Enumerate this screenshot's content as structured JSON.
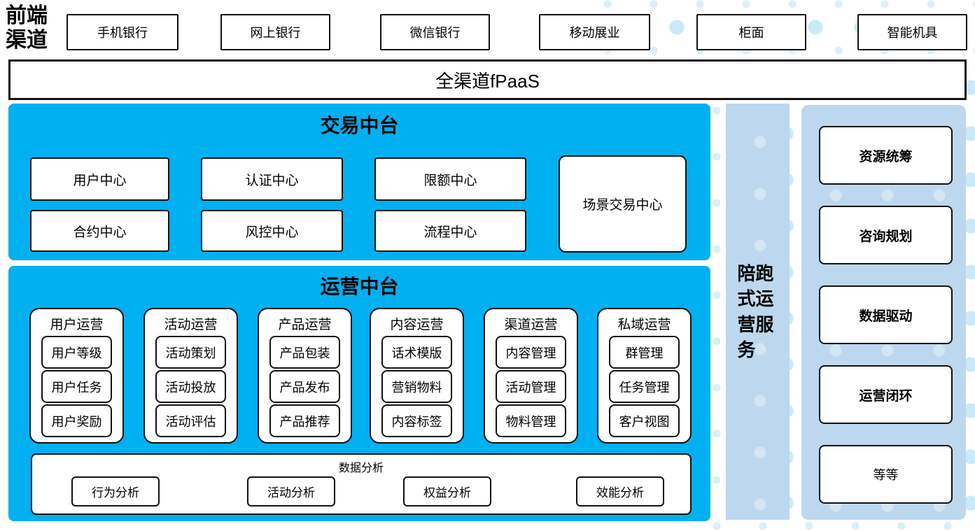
{
  "front_channels": {
    "label": "前端渠道",
    "items": [
      "手机银行",
      "网上银行",
      "微信银行",
      "移动展业",
      "柜面",
      "智能机具"
    ]
  },
  "fpaas": {
    "label": "全渠道fPaaS"
  },
  "trade_platform": {
    "title": "交易中台",
    "centers": [
      "用户中心",
      "认证中心",
      "限额中心",
      "合约中心",
      "风控中心",
      "流程中心"
    ],
    "scene_center": "场景交易中心"
  },
  "ops_platform": {
    "title": "运营中台",
    "groups": [
      {
        "title": "用户运营",
        "items": [
          "用户等级",
          "用户任务",
          "用户奖励"
        ]
      },
      {
        "title": "活动运营",
        "items": [
          "活动策划",
          "活动投放",
          "活动评估"
        ]
      },
      {
        "title": "产品运营",
        "items": [
          "产品包装",
          "产品发布",
          "产品推荐"
        ]
      },
      {
        "title": "内容运营",
        "items": [
          "话术模版",
          "营销物料",
          "内容标签"
        ]
      },
      {
        "title": "渠道运营",
        "items": [
          "内容管理",
          "活动管理",
          "物料管理"
        ]
      },
      {
        "title": "私域运营",
        "items": [
          "群管理",
          "任务管理",
          "客户视图"
        ]
      }
    ],
    "analytics": {
      "title": "数据分析",
      "items": [
        "行为分析",
        "活动分析",
        "权益分析",
        "效能分析"
      ]
    }
  },
  "side_bar": {
    "label": "陪跑式运营服务"
  },
  "right_panel": {
    "items": [
      "资源统筹",
      "咨询规划",
      "数据驱动",
      "运营闭环",
      "等等"
    ]
  },
  "colors": {
    "primary_blue": "#00b0f0",
    "light_blue": "#bdd7ee",
    "dot_blue": "#cbe9f7",
    "border_black": "#111111"
  }
}
